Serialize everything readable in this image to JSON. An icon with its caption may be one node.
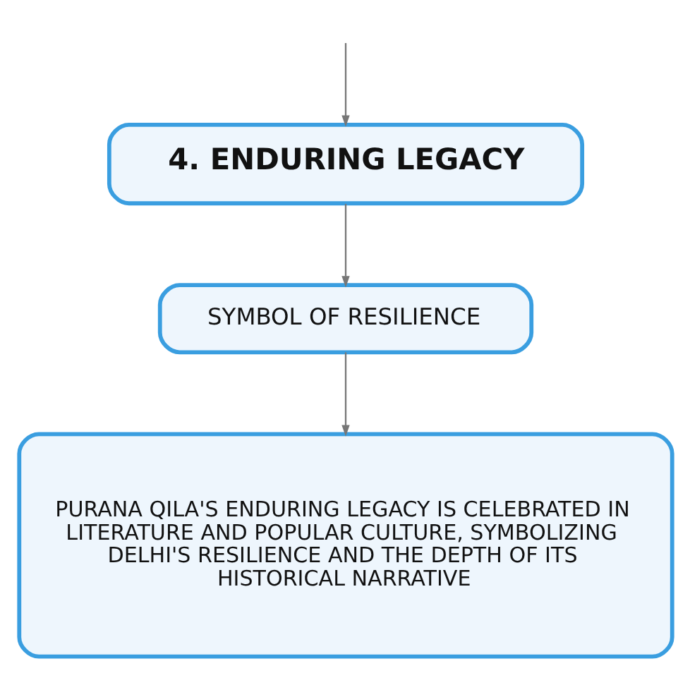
{
  "diagram": {
    "nodes": [
      {
        "text": [
          "4. ENDURING LEGACY"
        ]
      },
      {
        "text": [
          "SYMBOL OF RESILIENCE"
        ]
      },
      {
        "text": [
          "PURANA QILA'S ENDURING LEGACY IS CELEBRATED IN LITERATURE AND POPULAR CULTURE, SYMBOLIZING DELHI'S RESILIENCE AND THE DEPTH OF ITS HISTORICAL NARRATIVE"
        ]
      }
    ],
    "edges": [
      {
        "from": null,
        "to": 0,
        "arrow": "to"
      },
      {
        "from": 0,
        "to": 1,
        "arrow": "to"
      },
      {
        "from": 1,
        "to": 2,
        "arrow": "to"
      }
    ]
  }
}
